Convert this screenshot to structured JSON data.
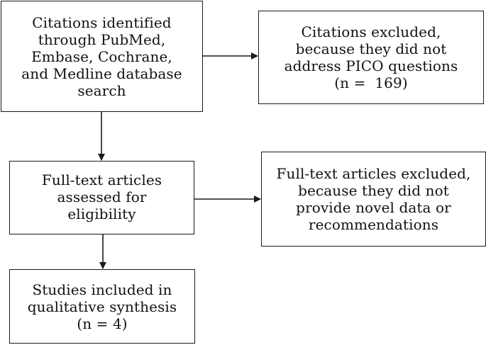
{
  "boxes": {
    "identified": {
      "lines": [
        "Citations identified",
        "through PubMed,",
        "Embase, Cochrane,",
        "and Medline database",
        "search"
      ]
    },
    "excluded_citations": {
      "lines": [
        "Citations excluded,",
        "because they did not",
        "address PICO questions",
        "(n =  169)"
      ]
    },
    "full_text_assessed": {
      "lines": [
        "Full-text articles",
        "assessed for",
        "eligibility"
      ]
    },
    "full_text_excluded": {
      "lines": [
        "Full-text articles excluded,",
        "because they did not",
        "provide novel data or",
        "recommendations"
      ]
    },
    "included": {
      "lines": [
        "Studies included in",
        "qualitative synthesis",
        "(n = 4)"
      ]
    }
  },
  "colors": {
    "stroke": "#1a1a1a",
    "background": "#ffffff"
  }
}
